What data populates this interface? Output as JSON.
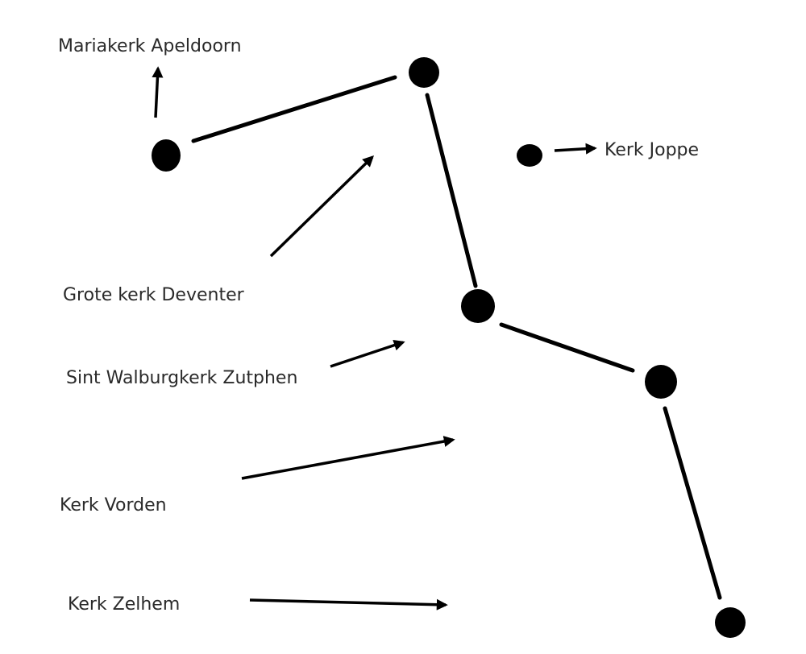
{
  "labels": {
    "mariakerk": "Mariakerk Apeldoorn",
    "joppe": "Kerk Joppe",
    "deventer": "Grote kerk Deventer",
    "zutphen": "Sint Walburgkerk Zutphen",
    "vorden": "Kerk Vorden",
    "zelhem": "Kerk Zelhem"
  },
  "colors": {
    "ink": "#000000",
    "text": "#2a2a2a",
    "background": "#ffffff"
  }
}
